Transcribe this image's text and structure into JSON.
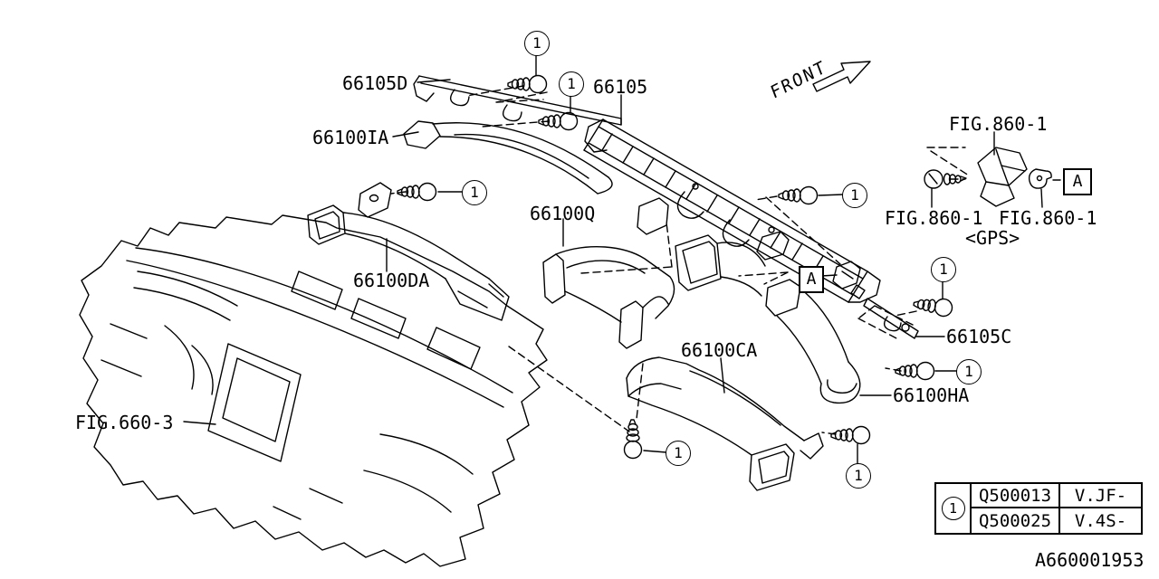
{
  "diagram": {
    "front_label": "FRONT",
    "diagram_number": "A660001953",
    "section_marker": "A",
    "callout_label": "1",
    "gps_note": "<GPS>"
  },
  "labels": {
    "p66105D": "66105D",
    "p66100IA": "66100IA",
    "p66105": "66105",
    "p66100Q": "66100Q",
    "p66100DA": "66100DA",
    "p66100CA": "66100CA",
    "p66105C": "66105C",
    "p66100HA": "66100HA",
    "fig660_3": "FIG.660-3",
    "fig860_1": "FIG.860-1"
  },
  "legend_table": {
    "callout": "1",
    "rows": [
      {
        "part_no": "Q500013",
        "applicability": "V.JF-"
      },
      {
        "part_no": "Q500025",
        "applicability": "V.4S-"
      }
    ]
  }
}
